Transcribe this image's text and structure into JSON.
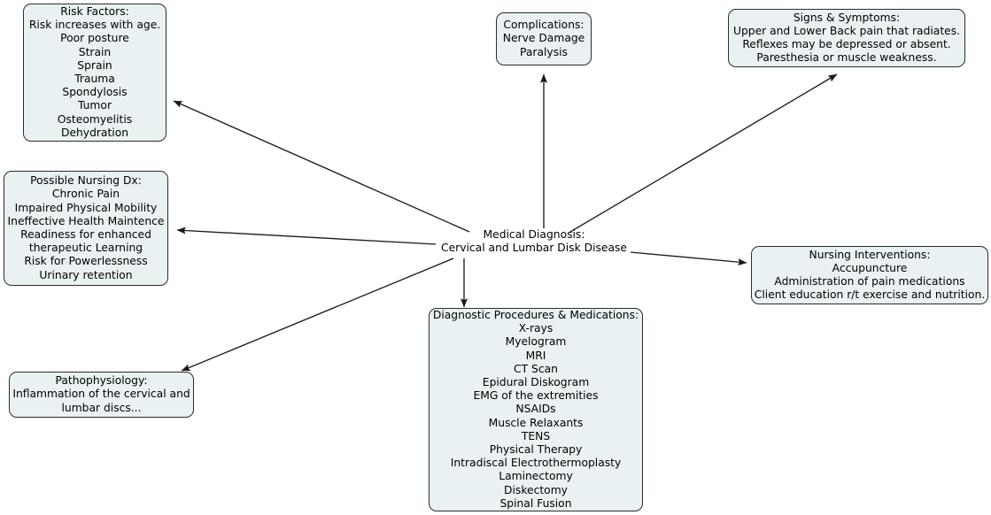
{
  "diagram": {
    "title": "Medical Diagnosis: Cervical and Lumbar Disk Disease Concept Map",
    "colors": {
      "node_fill": "#eaf1f3",
      "node_border": "#2b2b2b",
      "edge": "#1a1a1a",
      "text": "#000000",
      "background": "#ffffff"
    },
    "hub": {
      "lines": [
        "Medical Diagnosis:",
        "Cervical and Lumbar Disk Disease"
      ]
    },
    "nodes": [
      {
        "id": "risk-factors",
        "lines": [
          "Risk Factors:",
          "Risk increases with age.",
          "Poor posture",
          "Strain",
          "Sprain",
          "Trauma",
          "Spondylosis",
          "Tumor",
          "Osteomyelitis",
          "Dehydration"
        ]
      },
      {
        "id": "possible-nursing-dx",
        "lines": [
          "Possible Nursing Dx:",
          "Chronic Pain",
          "Impaired Physical Mobility",
          "Ineffective Health Maintence",
          "Readiness for enhanced",
          "therapeutic Learning",
          "Risk for Powerlessness",
          "Urinary retention"
        ]
      },
      {
        "id": "pathophysiology",
        "lines": [
          "Pathophysiology:",
          "Inflammation of the cervical and",
          "lumbar discs..."
        ]
      },
      {
        "id": "complications",
        "lines": [
          "Complications:",
          "Nerve Damage",
          "Paralysis"
        ]
      },
      {
        "id": "signs-and-symptoms",
        "lines": [
          "Signs & Symptoms:",
          "Upper and Lower Back pain that radiates.",
          "Reflexes may be depressed or absent.",
          "Paresthesia or muscle weakness."
        ]
      },
      {
        "id": "nursing-interventions",
        "lines": [
          "Nursing Interventions:",
          "Accupuncture",
          "Administration of pain medications",
          "Client education r/t exercise and nutrition."
        ]
      },
      {
        "id": "diagnostic-procedures-and-medications",
        "lines": [
          "Diagnostic Procedures & Medications:",
          "X-rays",
          "Myelogram",
          "MRI",
          "CT Scan",
          "Epidural Diskogram",
          "EMG of the extremities",
          "NSAIDs",
          "Muscle Relaxants",
          "TENS",
          "Physical Therapy",
          "Intradiscal Electrothermoplasty",
          "Laminectomy",
          "Diskectomy",
          "Spinal Fusion"
        ]
      }
    ],
    "edges": [
      {
        "id": "hub-to-risk-factors",
        "from": "hub",
        "to": "risk-factors"
      },
      {
        "id": "hub-to-possible-nursing-dx",
        "from": "hub",
        "to": "possible-nursing-dx"
      },
      {
        "id": "hub-to-pathophysiology",
        "from": "hub",
        "to": "pathophysiology"
      },
      {
        "id": "hub-to-complications",
        "from": "hub",
        "to": "complications"
      },
      {
        "id": "hub-to-signs-and-symptoms",
        "from": "hub",
        "to": "signs-and-symptoms"
      },
      {
        "id": "hub-to-nursing-interventions",
        "from": "hub",
        "to": "nursing-interventions"
      },
      {
        "id": "hub-to-diagnostic-procedures",
        "from": "hub",
        "to": "diagnostic-procedures-and-medications"
      }
    ]
  }
}
